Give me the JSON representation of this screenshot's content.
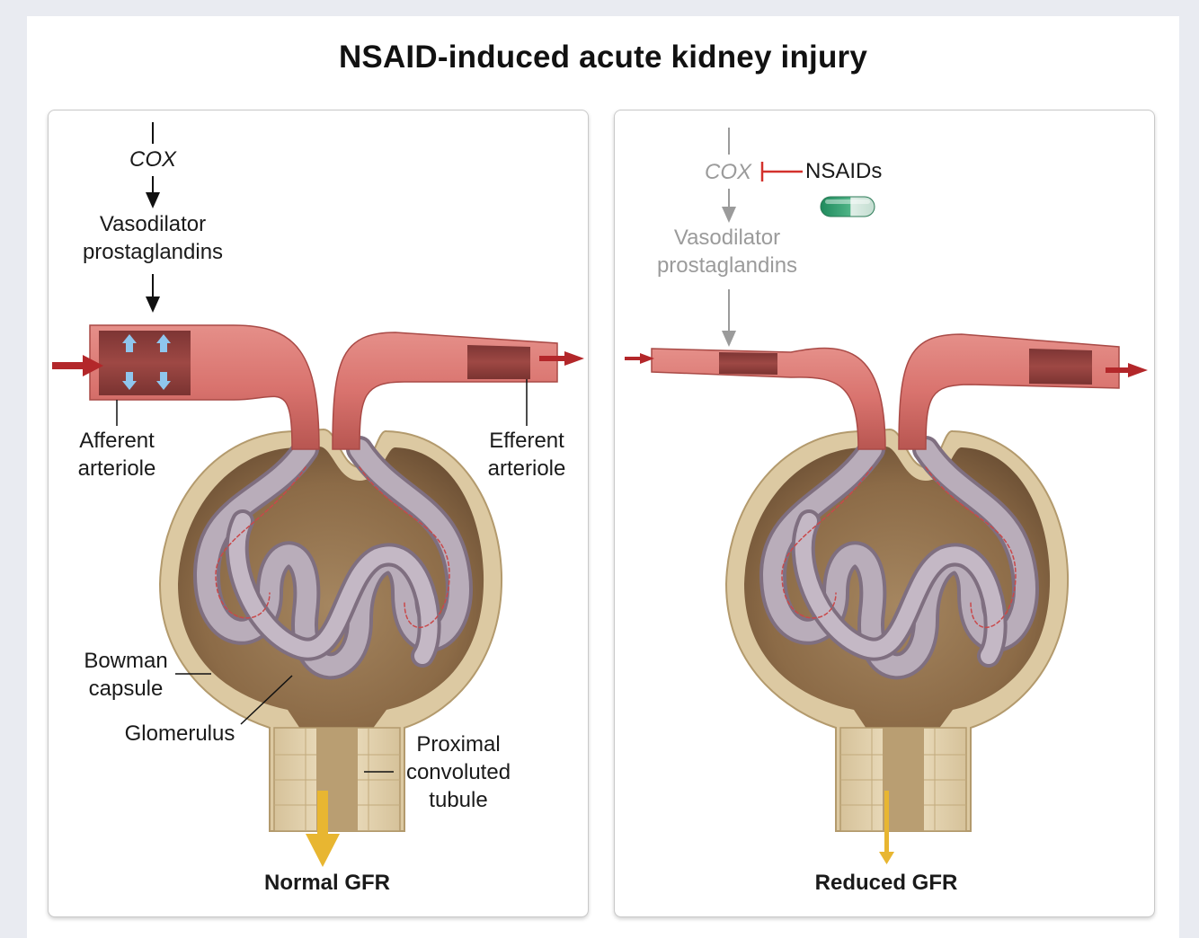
{
  "title": "NSAID-induced acute kidney injury",
  "left_panel": {
    "cox": "COX",
    "vasodilator_line1": "Vasodilator",
    "vasodilator_line2": "prostaglandins",
    "afferent_line1": "Afferent",
    "afferent_line2": "arteriole",
    "efferent_line1": "Efferent",
    "efferent_line2": "arteriole",
    "bowman_line1": "Bowman",
    "bowman_line2": "capsule",
    "glomerulus": "Glomerulus",
    "pct_line1": "Proximal",
    "pct_line2": "convoluted",
    "pct_line3": "tubule",
    "gfr": "Normal GFR"
  },
  "right_panel": {
    "cox": "COX",
    "nsaids": "NSAIDs",
    "vasodilator_line1": "Vasodilator",
    "vasodilator_line2": "prostaglandins",
    "gfr": "Reduced GFR"
  },
  "colors": {
    "arteriole": "#d9746f",
    "arteriole_dark": "#a94a46",
    "capsule": "#d8c39a",
    "capsule_inner": "#8a6a47",
    "glomerulus": "#a89aa8",
    "flow_arrow": "#b3272a",
    "gfr_arrow": "#e8b631",
    "dilation_arrow": "#8fc6ee",
    "inhibition": "#d3312c",
    "pill": "#2f9a6b",
    "muted_text": "#9b9b9b"
  }
}
